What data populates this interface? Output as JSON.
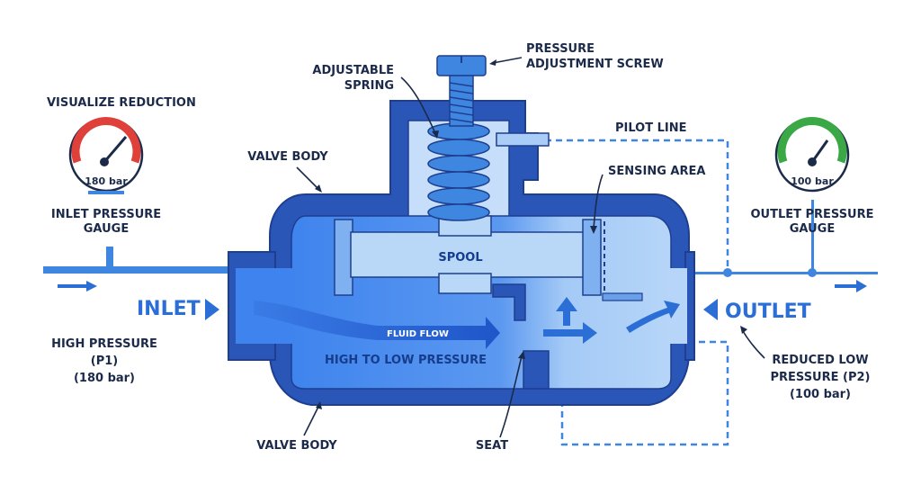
{
  "labels": {
    "visualize": "VISUALIZE REDUCTION",
    "inlet_gauge_value": "180 bar",
    "inlet_gauge_title_1": "INLET PRESSURE",
    "inlet_gauge_title_2": "GAUGE",
    "outlet_gauge_value": "100 bar",
    "outlet_gauge_title_1": "OUTLET PRESSURE",
    "outlet_gauge_title_2": "GAUGE",
    "screw_1": "PRESSURE",
    "screw_2": "ADJUSTMENT SCREW",
    "spring_1": "ADJUSTABLE",
    "spring_2": "SPRING",
    "valve_body_top": "VALVE BODY",
    "valve_body_bottom": "VALVE BODY",
    "pilot_line": "PILOT LINE",
    "sensing_area": "SENSING AREA",
    "spool": "SPOOL",
    "inlet": "INLET",
    "outlet": "OUTLET",
    "fluid_flow": "FLUID FLOW",
    "high_to_low": "HIGH TO LOW PRESSURE",
    "seat": "SEAT",
    "high_p_1": "HIGH PRESSURE",
    "high_p_2": "(P1)",
    "high_p_3": "(180 bar)",
    "low_p_1": "REDUCED LOW",
    "low_p_2": "PRESSURE (P2)",
    "low_p_3": "(100 bar)"
  },
  "colors": {
    "body_dark": "#2a56b8",
    "body_outline": "#1e3f8f",
    "fluid_high": "#4f8ff0",
    "fluid_low": "#a9cdf7",
    "spool": "#b9d8f8",
    "gauge_inlet": "#e0403a",
    "gauge_outlet": "#3aa845",
    "accent": "#2b6fd6",
    "pilot_dash": "#3f86e0"
  }
}
